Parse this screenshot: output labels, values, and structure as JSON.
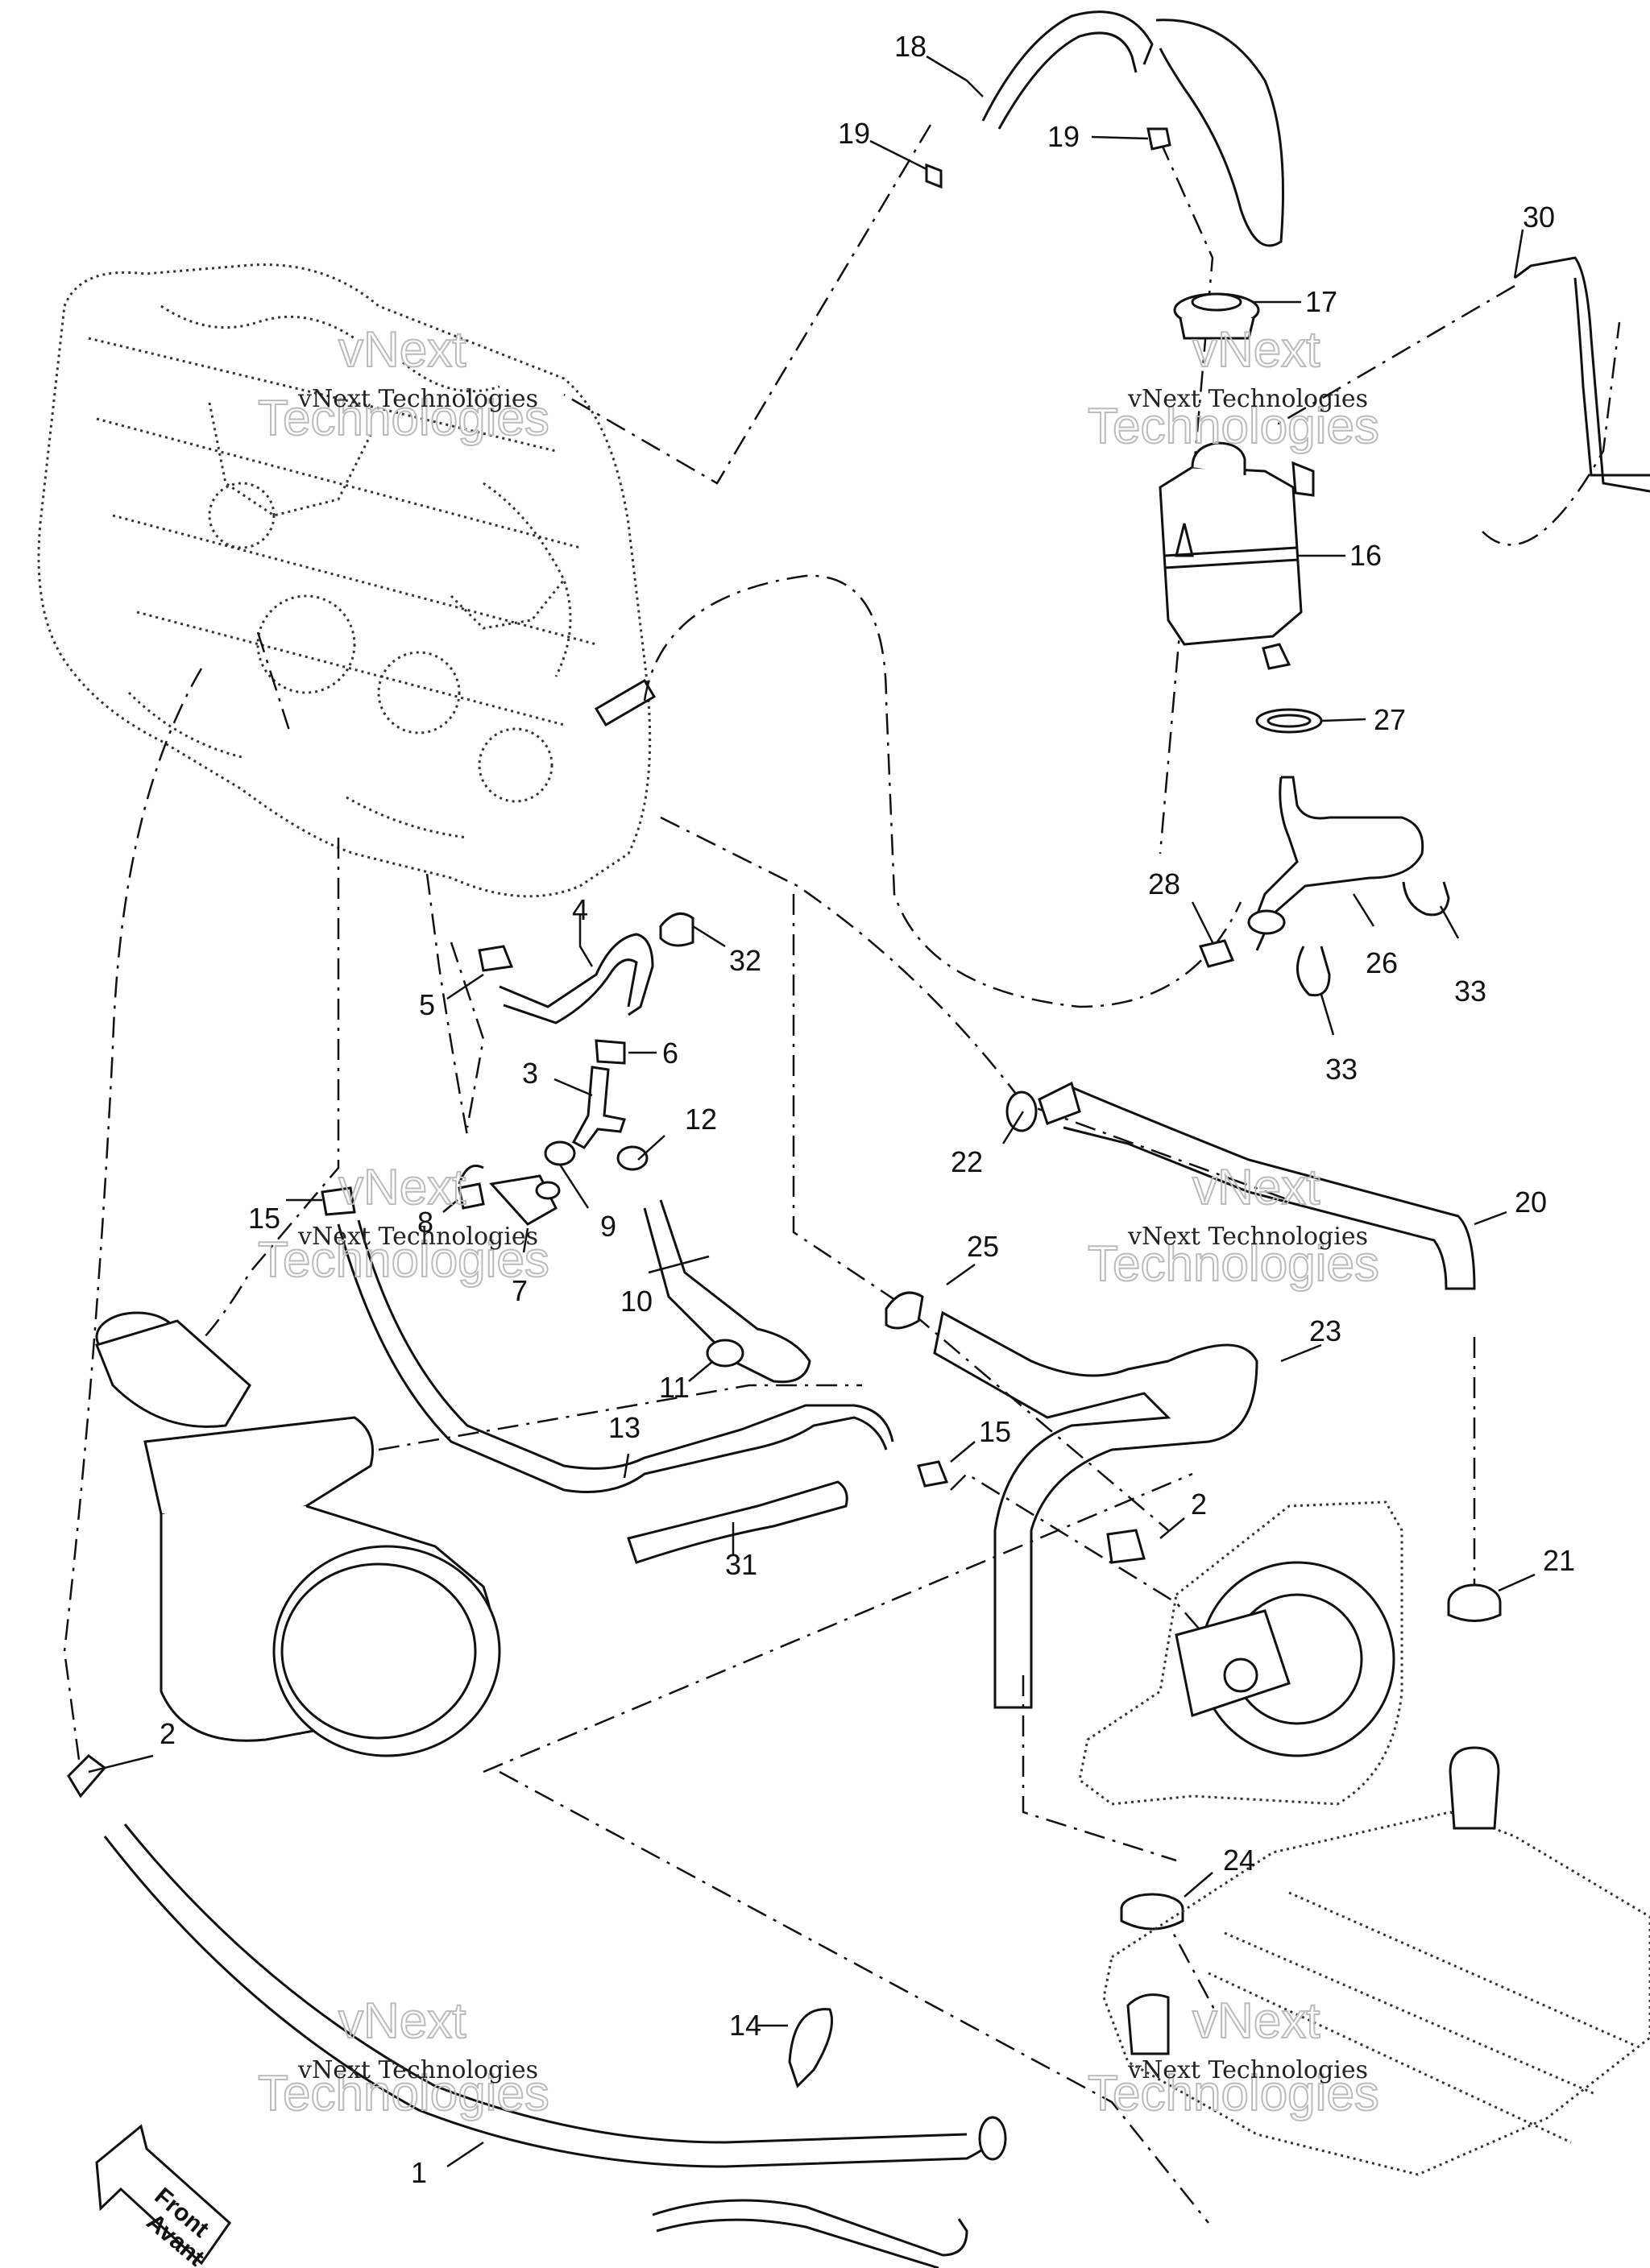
{
  "callouts": {
    "c1": "1",
    "c2a": "2",
    "c2b": "2",
    "c3": "3",
    "c4": "4",
    "c5": "5",
    "c6": "6",
    "c7": "7",
    "c8": "8",
    "c9": "9",
    "c10": "10",
    "c11": "11",
    "c12": "12",
    "c13": "13",
    "c14": "14",
    "c15a": "15",
    "c15b": "15",
    "c16": "16",
    "c17": "17",
    "c18": "18",
    "c19a": "19",
    "c19b": "19",
    "c20": "20",
    "c21": "21",
    "c22": "22",
    "c23": "23",
    "c24": "24",
    "c25": "25",
    "c26": "26",
    "c27": "27",
    "c28": "28",
    "c30": "30",
    "c31": "31",
    "c32": "32",
    "c33a": "33",
    "c33b": "33"
  },
  "watermark": {
    "line1": "vNext Technologies",
    "big_a": "vNext",
    "big_b": "Technologies"
  },
  "front_arrow": {
    "line1": "Front",
    "line2": "Avant"
  }
}
